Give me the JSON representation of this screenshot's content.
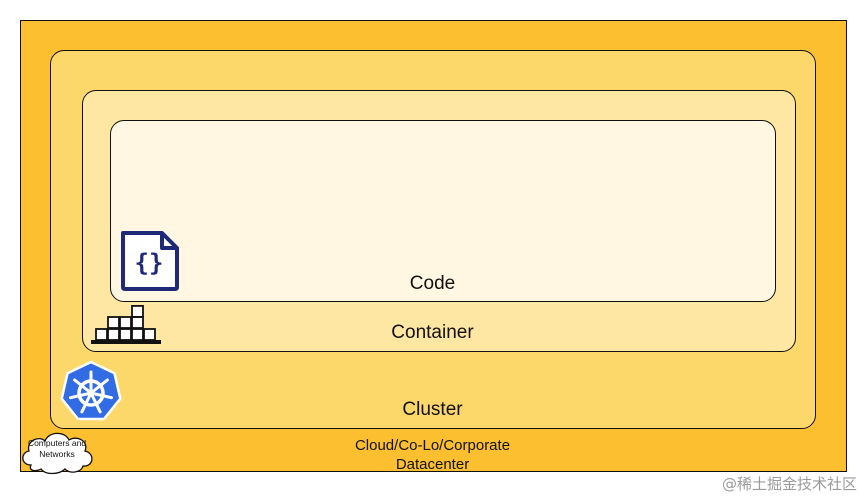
{
  "layers": {
    "code": {
      "label": "Code"
    },
    "container": {
      "label": "Container"
    },
    "cluster": {
      "label": "Cluster"
    },
    "datacenter": {
      "label_line1": "Cloud/Co-Lo/Corporate",
      "label_line2": "Datacenter"
    }
  },
  "cloud": {
    "label_line1": "Computers and",
    "label_line2": "Networks"
  },
  "watermark": "@稀土掘金技术社区",
  "icons": {
    "code": "code-file-icon",
    "container": "container-stack-icon",
    "cluster": "kubernetes-icon",
    "network": "cloud-icon"
  },
  "colors": {
    "datacenter": "#fbbf2f",
    "cluster": "#fcd76a",
    "container": "#fde7a2",
    "code": "#fff7e2",
    "kubernetes_blue": "#326ce5",
    "code_icon_navy": "#1e2a78"
  }
}
